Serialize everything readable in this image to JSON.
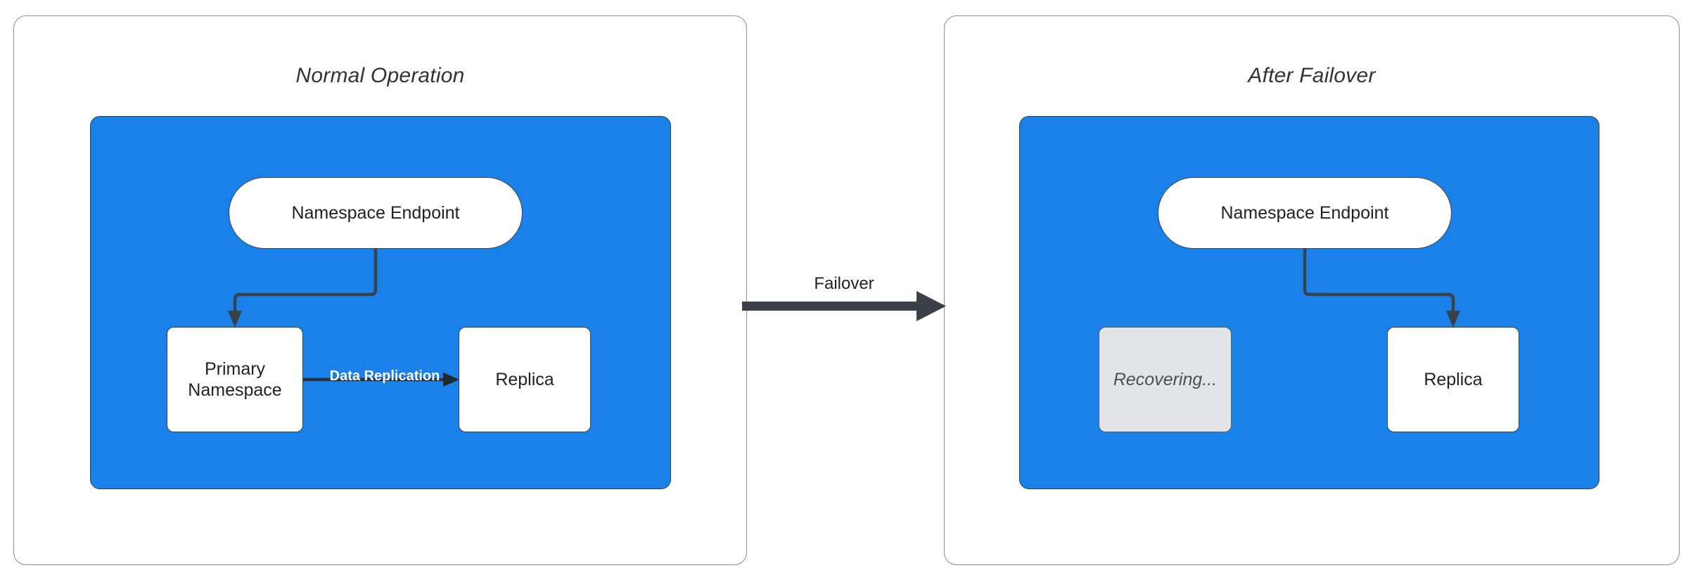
{
  "diagram": {
    "title_left": "Normal Operation",
    "title_right": "After Failover",
    "transition_label": "Failover",
    "colors": {
      "region_blue": "#1a80ea",
      "node_white": "#ffffff",
      "node_disabled_gray": "#e2e4e6",
      "stroke_dark": "#3a4149",
      "panel_border": "#8a8d91",
      "text_dark": "#1d2125",
      "label_on_blue": "#ffffff"
    }
  },
  "panels": [
    {
      "id": "normal-operation",
      "title": "Normal Operation",
      "nodes": [
        {
          "id": "endpoint-left",
          "label": "Namespace Endpoint",
          "shape": "stadium",
          "state": "active"
        },
        {
          "id": "primary",
          "label": "Primary\nNamespace",
          "line1": "Primary",
          "line2": "Namespace",
          "shape": "rect",
          "state": "active"
        },
        {
          "id": "replica-left",
          "label": "Replica",
          "shape": "rect",
          "state": "active"
        }
      ],
      "edges": [
        {
          "from": "endpoint-left",
          "to": "primary",
          "label": ""
        },
        {
          "from": "primary",
          "to": "replica-left",
          "label": "Data Replication"
        }
      ]
    },
    {
      "id": "after-failover",
      "title": "After Failover",
      "nodes": [
        {
          "id": "endpoint-right",
          "label": "Namespace Endpoint",
          "shape": "stadium",
          "state": "active"
        },
        {
          "id": "recovering",
          "label": "Recovering...",
          "shape": "rect",
          "state": "disabled"
        },
        {
          "id": "replica-right",
          "label": "Replica",
          "shape": "rect",
          "state": "active"
        }
      ],
      "edges": [
        {
          "from": "endpoint-right",
          "to": "replica-right",
          "label": ""
        }
      ]
    }
  ],
  "transition": {
    "label": "Failover",
    "from_panel": "normal-operation",
    "to_panel": "after-failover"
  }
}
